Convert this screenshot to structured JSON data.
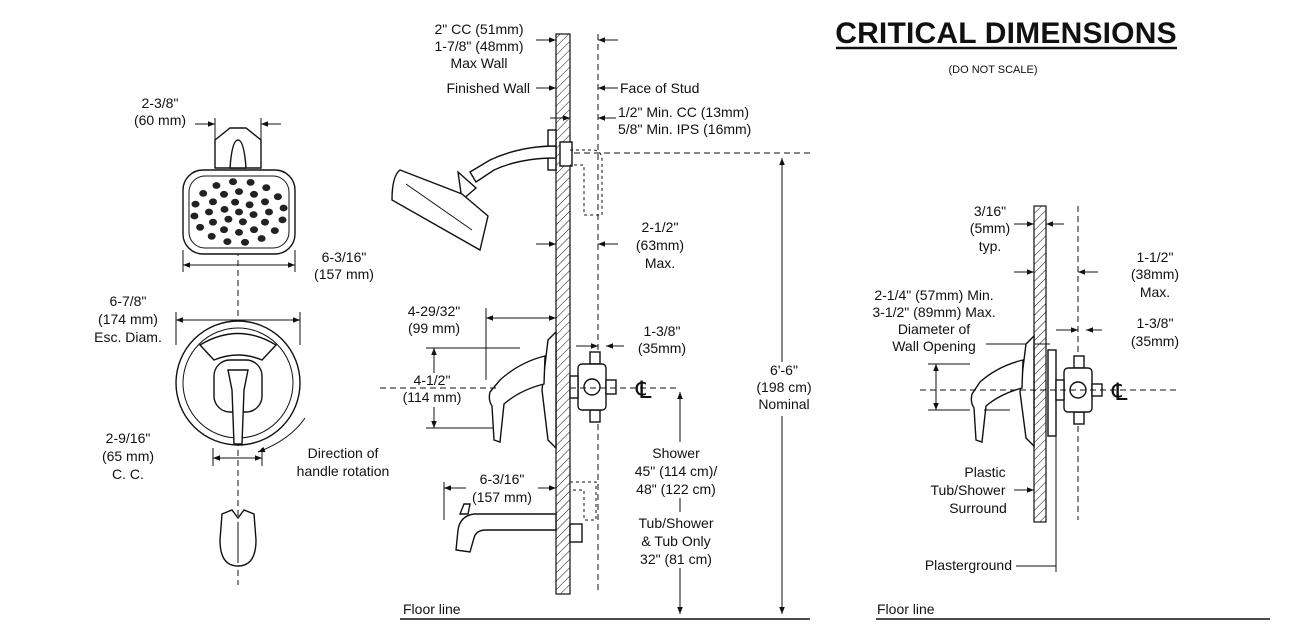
{
  "header": {
    "title": "CRITICAL DIMENSIONS",
    "subtitle": "(DO NOT SCALE)"
  },
  "front_view": {
    "head_width": [
      "2-3/8\"",
      "(60 mm)"
    ],
    "head_diameter": [
      "6-3/16\"",
      "(157 mm)"
    ],
    "escutcheon": [
      "6-7/8\"",
      "(174 mm)",
      "Esc. Diam."
    ],
    "handle_cc": [
      "2-9/16\"",
      "(65 mm)",
      "C. C."
    ],
    "rotation": [
      "Direction of",
      "handle rotation"
    ]
  },
  "side_view": {
    "wall_thickness": [
      "2\" CC (51mm)",
      "1-7/8\" (48mm)",
      "Max Wall"
    ],
    "finished_wall": "Finished Wall",
    "face_of_stud": "Face of Stud",
    "min_cc": [
      "1/2\" Min. CC (13mm)",
      "5/8\" Min. IPS (16mm)"
    ],
    "max_depth": [
      "2-1/2\"",
      "(63mm)",
      "Max."
    ],
    "handle_reach": [
      "4-29/32\"",
      "(99 mm)"
    ],
    "valve_depth": [
      "1-3/8\"",
      "(35mm)"
    ],
    "handle_height": [
      "4-1/2\"",
      "(114 mm)"
    ],
    "nominal": [
      "6'-6\"",
      "(198 cm)",
      "Nominal"
    ],
    "shower_height": [
      "Shower",
      "45\" (114 cm)/",
      "48\" (122 cm)"
    ],
    "spout_reach": [
      "6-3/16\"",
      "(157 mm)"
    ],
    "tub_height": [
      "Tub/Shower",
      "& Tub Only",
      "32\" (81 cm)"
    ],
    "floor": "Floor line",
    "centerline": "℄"
  },
  "detail_view": {
    "surround": [
      "3/16\"",
      "(5mm)",
      "typ."
    ],
    "max_space": [
      "1-1/2\"",
      "(38mm)",
      "Max."
    ],
    "opening": [
      "2-1/4\" (57mm) Min.",
      "3-1/2\" (89mm) Max.",
      "Diameter of",
      "Wall Opening"
    ],
    "valve_depth": [
      "1-3/8\"",
      "(35mm)"
    ],
    "plastic": [
      "Plastic",
      "Tub/Shower",
      "Surround"
    ],
    "plasterground": "Plasterground",
    "floor": "Floor line",
    "centerline": "℄"
  }
}
